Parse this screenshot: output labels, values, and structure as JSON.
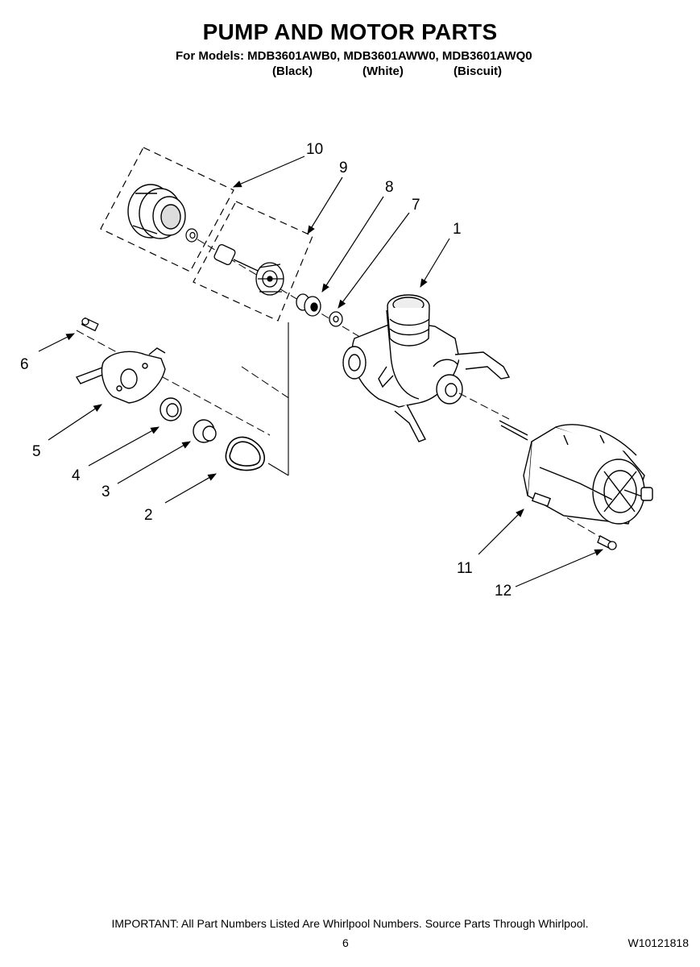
{
  "header": {
    "title": "PUMP AND MOTOR PARTS",
    "models_line": "For Models: MDB3601AWB0, MDB3601AWW0, MDB3601AWQ0",
    "colors": [
      "(Black)",
      "(White)",
      "(Biscuit)"
    ]
  },
  "callouts": [
    "1",
    "2",
    "3",
    "4",
    "5",
    "6",
    "7",
    "8",
    "9",
    "10",
    "11",
    "12"
  ],
  "footer": {
    "note": "IMPORTANT: All Part Numbers Listed Are Whirlpool Numbers. Source Parts Through Whirlpool.",
    "page_number": "6",
    "doc_number": "W10121818"
  }
}
